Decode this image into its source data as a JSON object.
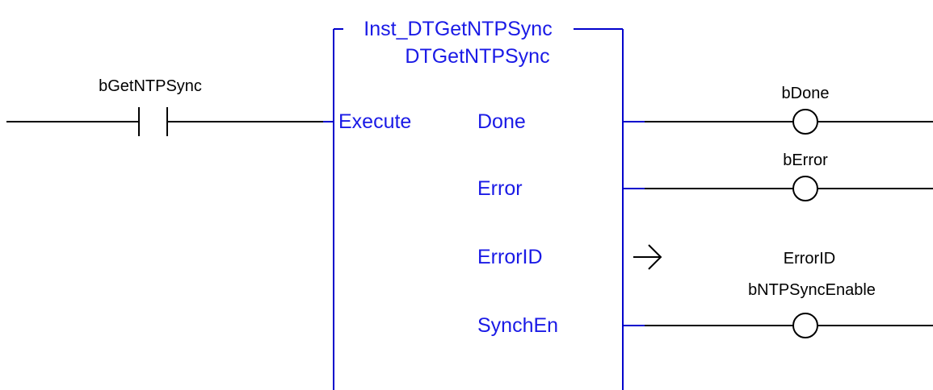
{
  "block": {
    "instance_name": "Inst_DTGetNTPSync",
    "type_name": "DTGetNTPSync",
    "input_pin": "Execute",
    "output_pins": [
      "Done",
      "Error",
      "ErrorID",
      "SynchEn"
    ]
  },
  "contact": {
    "variable": "bGetNTPSync"
  },
  "coils": {
    "done": "bDone",
    "error": "bError",
    "synchen": "bNTPSyncEnable"
  },
  "output_variable": {
    "errorid": "ErrorID"
  },
  "colors": {
    "block_blue": "#0000cc",
    "label_blue": "#1a1ae6",
    "wire_black": "#000000"
  }
}
